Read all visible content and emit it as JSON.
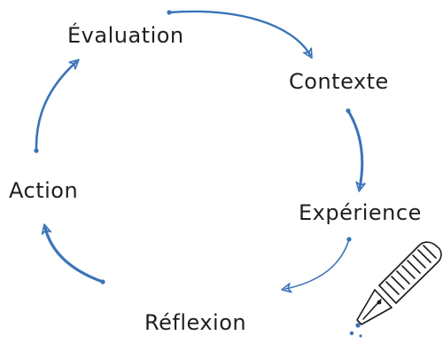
{
  "cycle": {
    "stages": [
      {
        "id": "evaluation",
        "label": "Évaluation"
      },
      {
        "id": "contexte",
        "label": "Contexte"
      },
      {
        "id": "experience",
        "label": "Expérience"
      },
      {
        "id": "reflexion",
        "label": "Réflexion"
      },
      {
        "id": "action",
        "label": "Action"
      }
    ]
  },
  "colors": {
    "arrow": "#3a73b8",
    "text": "#1f1f1f",
    "pen": "#1a1a1a"
  },
  "icons": {
    "decoration": "fountain-pen-icon"
  }
}
